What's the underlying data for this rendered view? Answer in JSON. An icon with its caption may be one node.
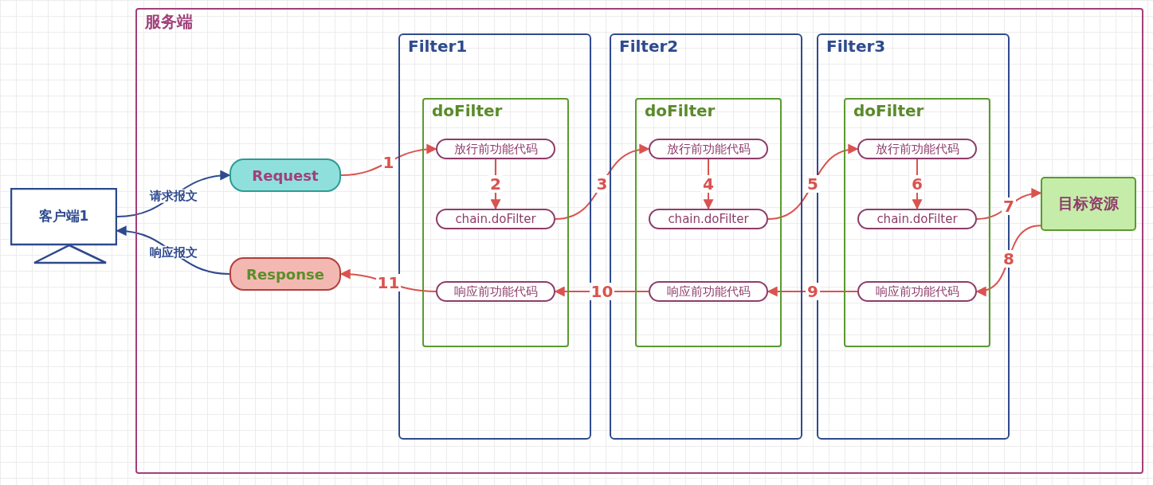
{
  "diagram": {
    "nodes": [
      {
        "text": [
          "客户端1"
        ]
      },
      {
        "text": [
          "服务端"
        ]
      },
      {
        "text": [
          "Request"
        ],
        "in": 1
      },
      {
        "text": [
          "Response"
        ],
        "in": 1
      },
      {
        "text": [
          "Filter1"
        ],
        "in": 1
      },
      {
        "text": [
          "doFilter"
        ],
        "in": 4
      },
      {
        "text": [
          "放行前功能代码"
        ],
        "in": 5
      },
      {
        "text": [
          "chain.doFilter"
        ],
        "in": 5
      },
      {
        "text": [
          "响应前功能代码"
        ],
        "in": 5
      },
      {
        "text": [
          "Filter2"
        ],
        "in": 1
      },
      {
        "text": [
          "doFilter"
        ],
        "in": 9
      },
      {
        "text": [
          "放行前功能代码"
        ],
        "in": 10
      },
      {
        "text": [
          "chain.doFilter"
        ],
        "in": 10
      },
      {
        "text": [
          "响应前功能代码"
        ],
        "in": 10
      },
      {
        "text": [
          "Filter3"
        ],
        "in": 1
      },
      {
        "text": [
          "doFilter"
        ],
        "in": 14
      },
      {
        "text": [
          "放行前功能代码"
        ],
        "in": 15
      },
      {
        "text": [
          "chain.doFilter"
        ],
        "in": 15
      },
      {
        "text": [
          "响应前功能代码"
        ],
        "in": 15
      },
      {
        "text": [
          "目标资源"
        ],
        "in": 1
      }
    ],
    "edges": [
      {
        "from": 0,
        "to": 2,
        "arrow": "to",
        "label": "请求报文",
        "color": "#2e4a8e"
      },
      {
        "from": 3,
        "to": 0,
        "arrow": "to",
        "label": "响应报文",
        "color": "#2e4a8e"
      },
      {
        "from": 2,
        "to": 6,
        "arrow": "to",
        "label": "1"
      },
      {
        "from": 6,
        "to": 7,
        "arrow": "to",
        "label": "2"
      },
      {
        "from": 7,
        "to": 11,
        "arrow": "to",
        "label": "3"
      },
      {
        "from": 11,
        "to": 12,
        "arrow": "to",
        "label": "4"
      },
      {
        "from": 12,
        "to": 16,
        "arrow": "to",
        "label": "5"
      },
      {
        "from": 16,
        "to": 17,
        "arrow": "to",
        "label": "6"
      },
      {
        "from": 17,
        "to": 19,
        "arrow": "to",
        "label": "7"
      },
      {
        "from": 19,
        "to": 18,
        "arrow": "to",
        "label": "8"
      },
      {
        "from": 18,
        "to": 13,
        "arrow": "to",
        "label": "9"
      },
      {
        "from": 13,
        "to": 8,
        "arrow": "to",
        "label": "10"
      },
      {
        "from": 8,
        "to": 3,
        "arrow": "to",
        "label": "11"
      }
    ]
  }
}
